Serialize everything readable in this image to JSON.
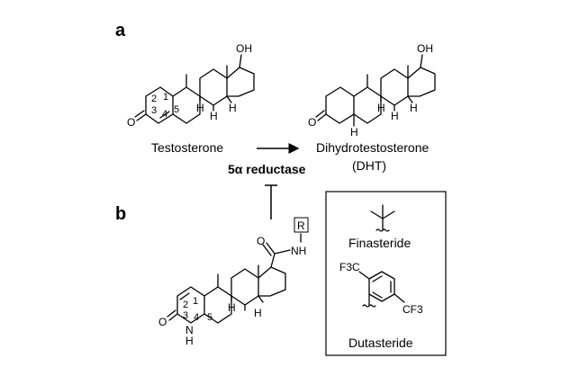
{
  "panel_a": {
    "letter": "a",
    "testosterone": {
      "name": "Testosterone",
      "oh": "OH",
      "oxygen": "O",
      "hydrogen_8": "H",
      "hydrogen_9": "H",
      "hydrogen_14": "H",
      "ring_numbers": [
        "1",
        "2",
        "3",
        "4",
        "5"
      ]
    },
    "dht": {
      "name": "Dihydrotestosterone",
      "abbrev": "(DHT)",
      "oh": "OH",
      "oxygen": "O",
      "hydrogen_5": "H",
      "hydrogen_9": "H",
      "hydrogen_8": "H",
      "hydrogen_14": "H"
    },
    "enzyme": "5α reductase"
  },
  "panel_b": {
    "letter": "b",
    "inhibitor": {
      "r_group": "R",
      "amide_oxygen": "O",
      "amide_nh": "NH",
      "lactam_oxygen": "O",
      "ring_nh_n": "N",
      "ring_nh_h": "H",
      "hydrogen_9": "H",
      "hydrogen_14": "H",
      "ring_numbers": [
        "1",
        "2",
        "3",
        "4",
        "5"
      ]
    },
    "substituents": {
      "finasteride": "Finasteride",
      "dutasteride": "Dutasteride",
      "cf3_top": "F3C",
      "cf3_bottom": "CF3"
    }
  }
}
